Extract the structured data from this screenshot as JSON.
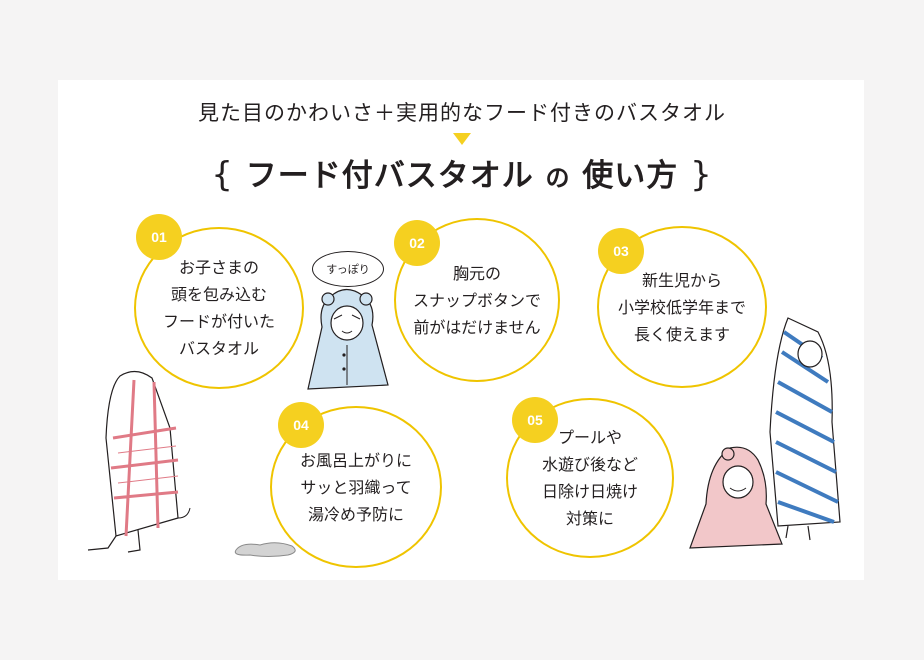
{
  "header": {
    "subtitle": "見た目のかわいさ＋実用的なフード付きのバスタオル",
    "title_open": "{",
    "title_main": "フード付バスタオル",
    "title_connector": "の",
    "title_tail": "使い方",
    "title_close": "}"
  },
  "colors": {
    "accent": "#f5d020",
    "circle_border": "#efc400",
    "text": "#231f20",
    "background": "#f5f4f4",
    "card": "#ffffff"
  },
  "uses": [
    {
      "number": "01",
      "text": "お子さまの\n頭を包み込む\nフードが付いた\nバスタオル"
    },
    {
      "number": "02",
      "text": "胸元の\nスナップボタンで\n前がはだけません"
    },
    {
      "number": "03",
      "text": "新生児から\n小学校低学年まで\n長く使えます"
    },
    {
      "number": "04",
      "text": "お風呂上がりに\nサッと羽織って\n湯冷め予防に"
    },
    {
      "number": "05",
      "text": "プールや\n水遊び後など\n日除け日焼け\n対策に"
    }
  ],
  "illustration": {
    "speech_bubble": "すっぽり"
  }
}
